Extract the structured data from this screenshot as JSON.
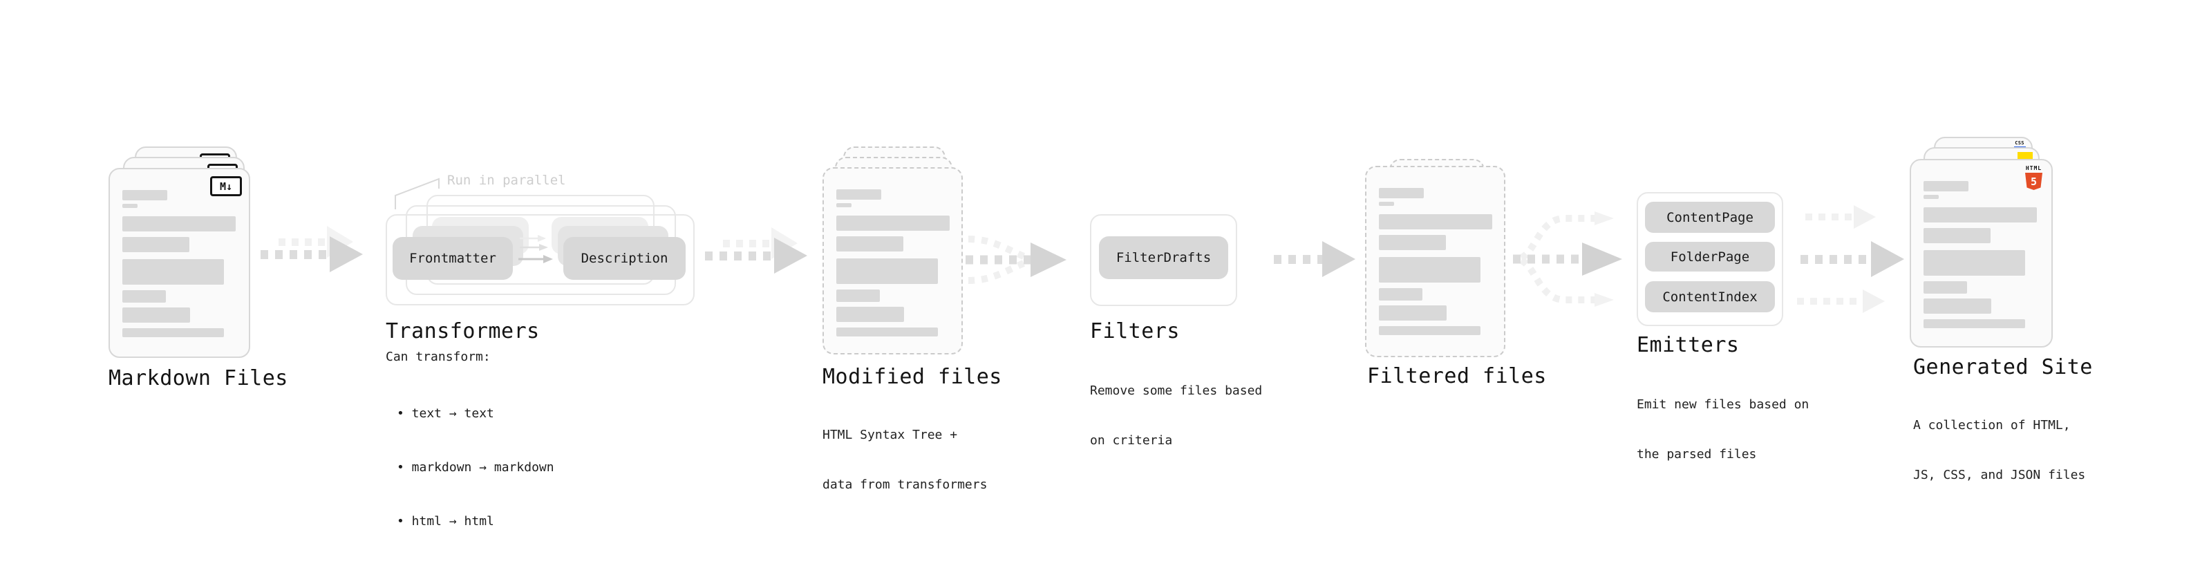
{
  "pipeline": {
    "markdown_files": {
      "title": "Markdown Files",
      "file_badge": "M↓"
    },
    "transformers": {
      "callout": "Run in parallel",
      "step_frontmatter": "Frontmatter",
      "step_description": "Description",
      "title": "Transformers",
      "lead": "Can transform:",
      "bullets": [
        "• text → text",
        "• markdown → markdown",
        "• html → html"
      ]
    },
    "modified_files": {
      "title": "Modified files",
      "subtitle_line1": "HTML Syntax Tree +",
      "subtitle_line2": "data from transformers"
    },
    "filters": {
      "step": "FilterDrafts",
      "title": "Filters",
      "subtitle_line1": "Remove some files based",
      "subtitle_line2": "on criteria"
    },
    "filtered_files": {
      "title": "Filtered files"
    },
    "emitters": {
      "step1": "ContentPage",
      "step2": "FolderPage",
      "step3": "ContentIndex",
      "title": "Emitters",
      "subtitle_line1": "Emit new files based on",
      "subtitle_line2": "the parsed files"
    },
    "generated_site": {
      "title": "Generated Site",
      "subtitle_line1": "A collection of HTML,",
      "subtitle_line2": "JS, CSS, and JSON files",
      "css_badge": "CSS",
      "html_badge_label": "HTML",
      "html_badge_number": "5"
    }
  },
  "colors": {
    "html5_orange": "#e44d26",
    "css_blue": "#2b62e9",
    "js_yellow": "#ffdc00",
    "arrow_gray": "#d4d4d4",
    "skeleton_gray": "#d9d9d9"
  }
}
